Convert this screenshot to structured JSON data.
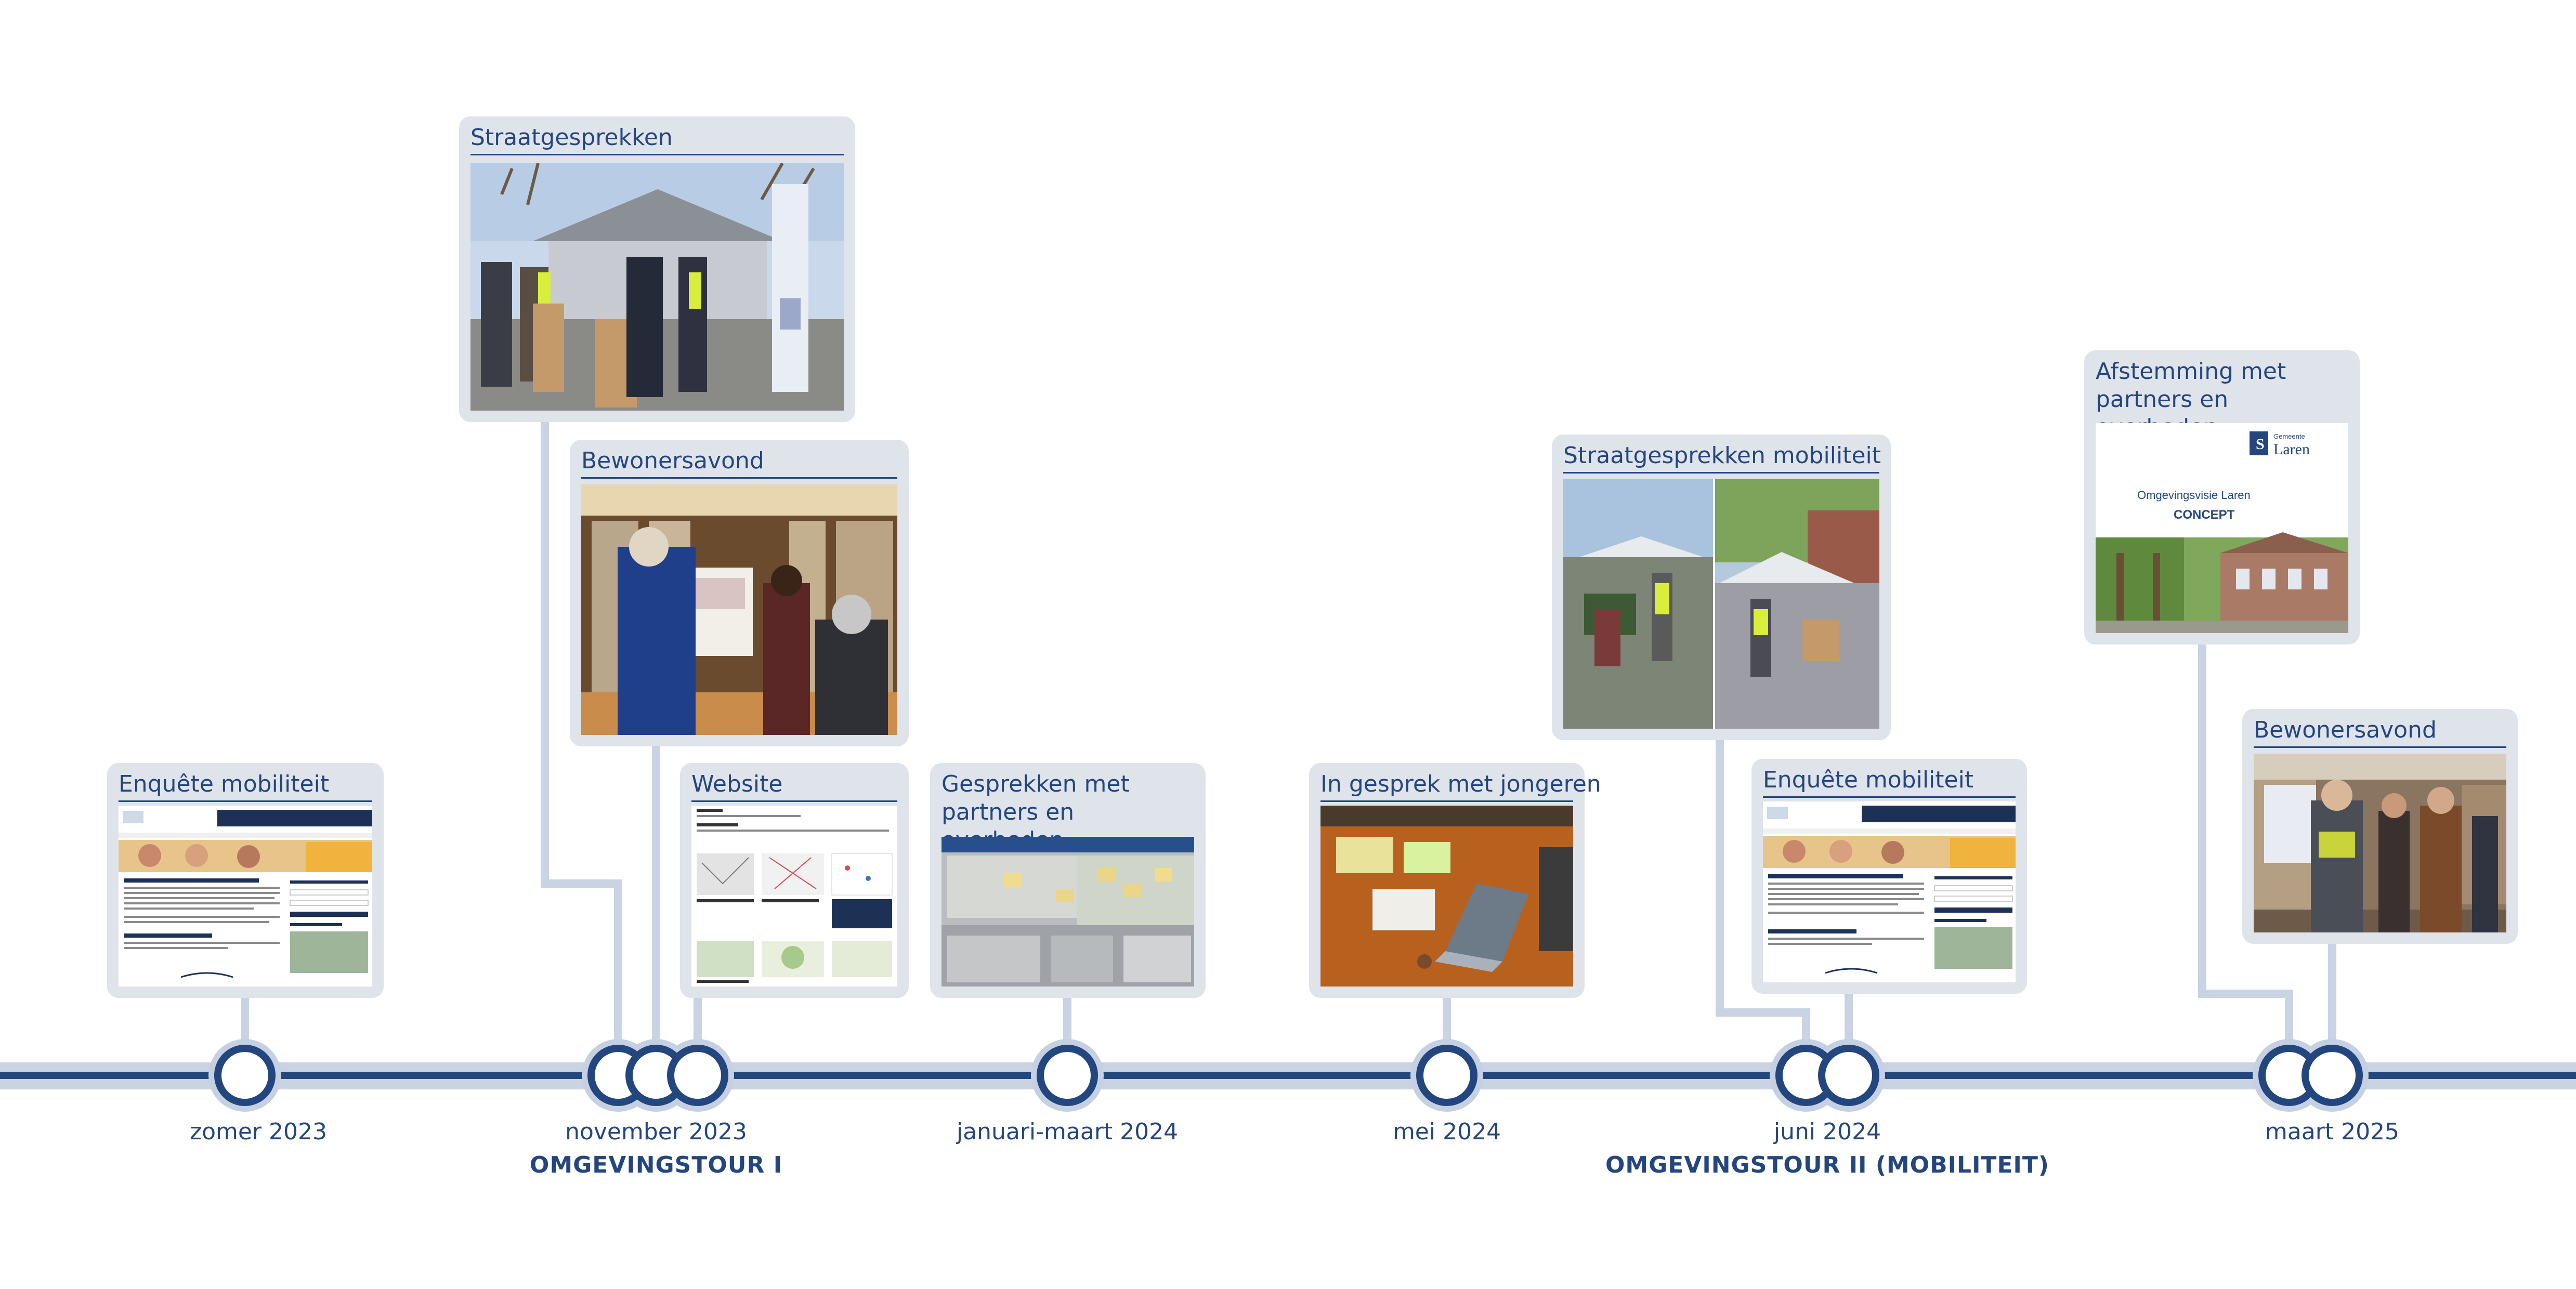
{
  "colors": {
    "navy": "#24467e",
    "light_line": "#c9d3e3",
    "card_bg": "#dfe3ea",
    "node_halo": "#c5d0e2"
  },
  "cards": [
    {
      "id": "enquete-2023",
      "title": "Enquête mobiliteit",
      "image": "website-screenshot"
    },
    {
      "id": "straatgesprekken-2023",
      "title": "Straatgesprekken",
      "image": "street-tent-photo"
    },
    {
      "id": "bewonersavond-2023",
      "title": "Bewonersavond",
      "image": "library-photo"
    },
    {
      "id": "website-2023",
      "title": "Website",
      "image": "website-maps-screenshot"
    },
    {
      "id": "gesprekken-partners-2024",
      "title": "Gesprekken met partners en overheden",
      "image": "map-notes-photo"
    },
    {
      "id": "jongeren-2024",
      "title": "In gesprek met jongeren",
      "image": "laptop-table-photo"
    },
    {
      "id": "straatgesprekken-mobiliteit-2024",
      "title": "Straatgesprekken mobiliteit",
      "image": "street-collage-photo"
    },
    {
      "id": "enquete-2024",
      "title": "Enquête mobiliteit",
      "image": "website-screenshot"
    },
    {
      "id": "afstemming-2025",
      "title": "Afstemming met partners en overheden",
      "image": "concept-cover",
      "cover": {
        "org_small": "Gemeente",
        "org": "Laren",
        "doc": "Omgevingsvisie Laren",
        "status": "CONCEPT"
      }
    },
    {
      "id": "bewonersavond-2025",
      "title": "Bewonersavond",
      "image": "library-people-photo"
    }
  ],
  "dates": [
    {
      "id": "zomer-2023",
      "label": "zomer 2023"
    },
    {
      "id": "november-2023",
      "label": "november 2023"
    },
    {
      "id": "jan-mrt-2024",
      "label": "januari-maart 2024"
    },
    {
      "id": "mei-2024",
      "label": "mei 2024"
    },
    {
      "id": "juni-2024",
      "label": "juni 2024"
    },
    {
      "id": "maart-2025",
      "label": "maart 2025"
    }
  ],
  "phases": [
    {
      "id": "omgevingstour-1",
      "label": "OMGEVINGSTOUR I"
    },
    {
      "id": "omgevingstour-2",
      "label": "OMGEVINGSTOUR II (MOBILITEIT)"
    }
  ]
}
